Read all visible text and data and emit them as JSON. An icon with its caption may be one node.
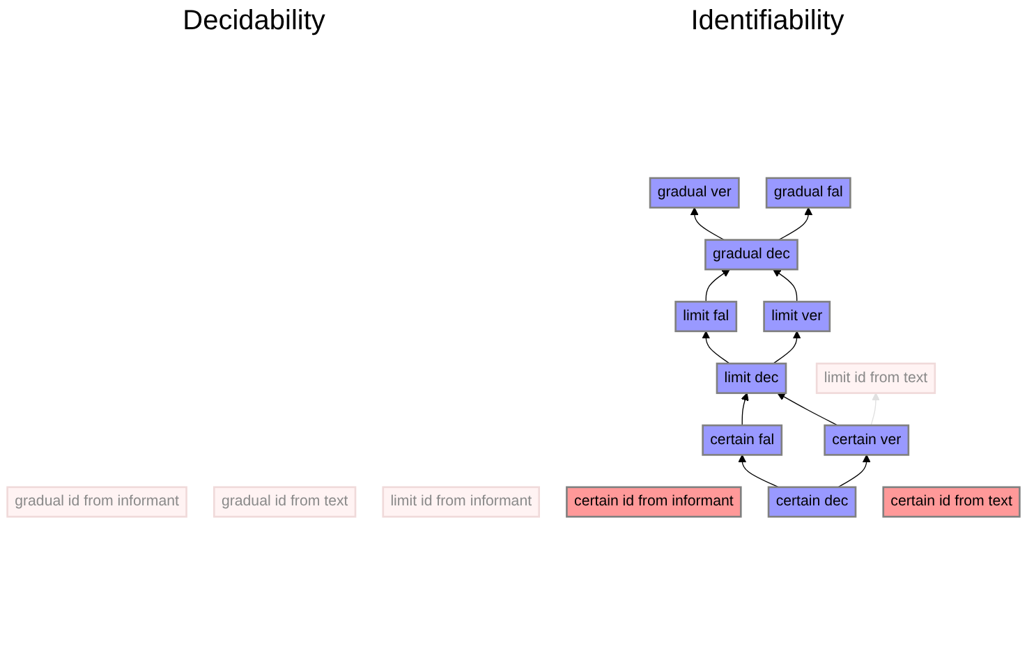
{
  "diagram": {
    "nodes": [
      {
        "text": [
          "gradual ver"
        ]
      },
      {
        "text": [
          "gradual fal"
        ]
      },
      {
        "text": [
          "gradual id from informant"
        ]
      },
      {
        "text": [
          "gradual dec"
        ]
      },
      {
        "text": [
          "gradual id from text"
        ]
      },
      {
        "text": [
          "limit ver"
        ]
      },
      {
        "text": [
          "limit fal"
        ]
      },
      {
        "text": [
          "limit id from informant"
        ]
      },
      {
        "text": [
          "limit dec"
        ]
      },
      {
        "text": [
          "limit id from text"
        ]
      },
      {
        "text": [
          "certain ver"
        ]
      },
      {
        "text": [
          "certain fal"
        ]
      },
      {
        "text": [
          "certain id from informant"
        ]
      },
      {
        "text": [
          "certain dec"
        ]
      },
      {
        "text": [
          "certain id from text"
        ]
      }
    ],
    "edges": [
      {
        "from": 3,
        "to": 0,
        "arrow": "to"
      },
      {
        "from": 3,
        "to": 1,
        "arrow": "to"
      },
      {
        "from": 5,
        "to": 3,
        "arrow": "to"
      },
      {
        "from": 6,
        "to": 3,
        "arrow": "to"
      },
      {
        "from": 8,
        "to": 5,
        "arrow": "to"
      },
      {
        "from": 8,
        "to": 6,
        "arrow": "to"
      },
      {
        "from": 10,
        "to": 8,
        "arrow": "to"
      },
      {
        "from": 11,
        "to": 8,
        "arrow": "to"
      },
      {
        "from": 13,
        "to": 10,
        "arrow": "to"
      },
      {
        "from": 13,
        "to": 11,
        "arrow": "to"
      },
      {
        "from": 10,
        "to": 9,
        "arrow": "to",
        "color": "#e0e0e0"
      }
    ],
    "labels": [
      "Decidability",
      "Identifiability"
    ]
  }
}
